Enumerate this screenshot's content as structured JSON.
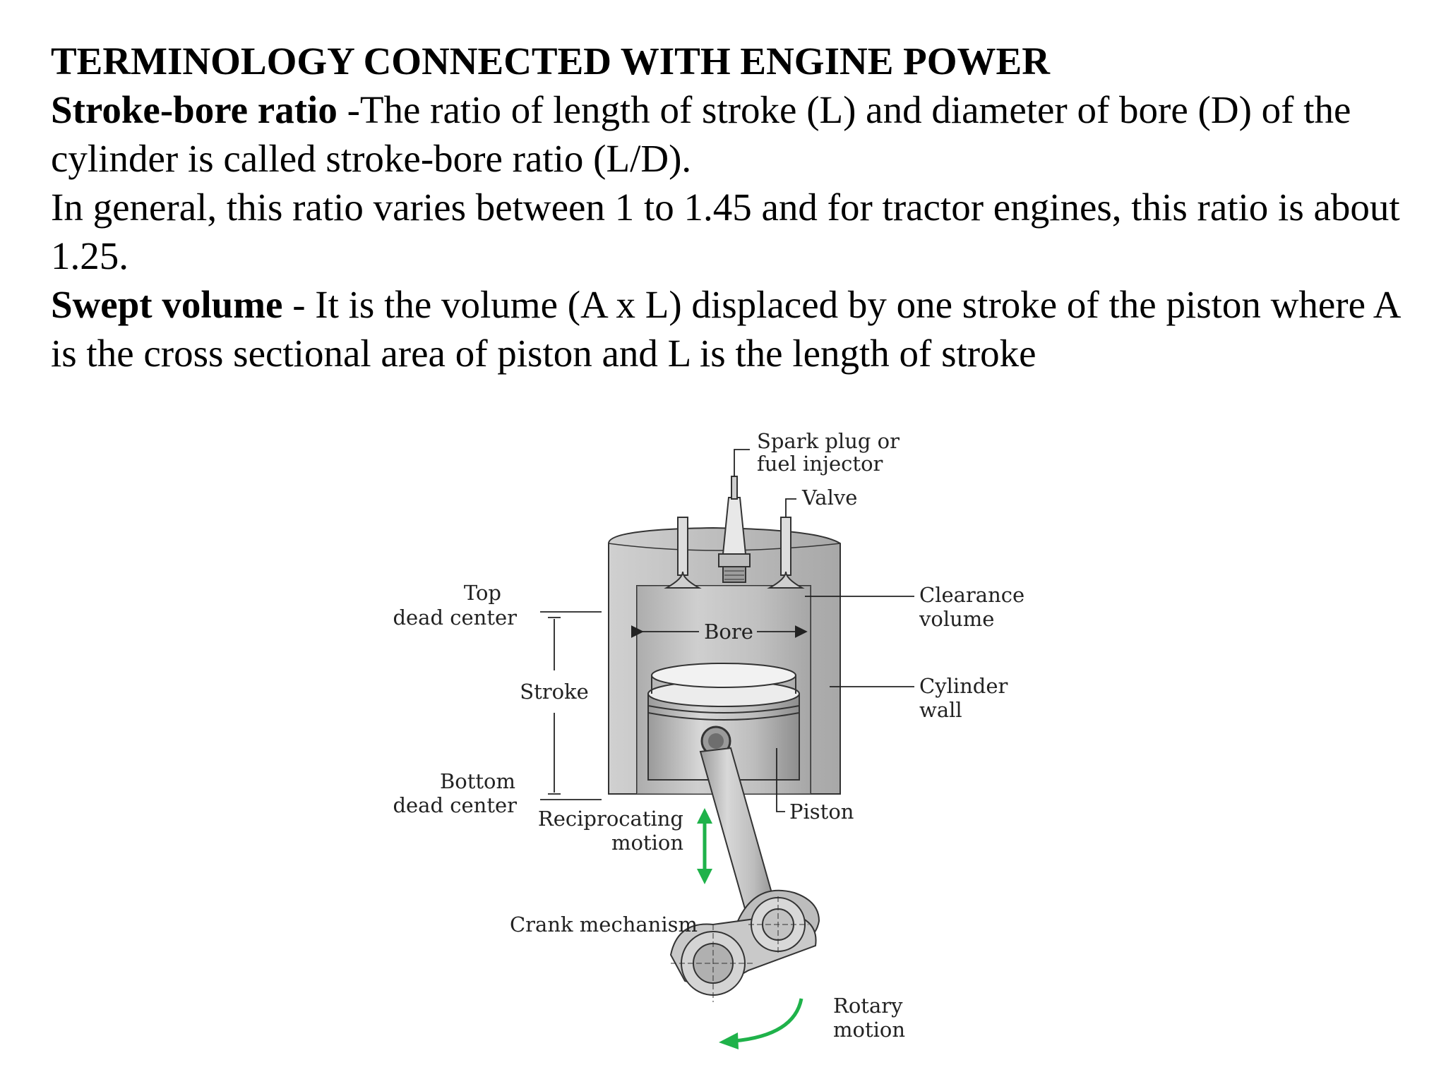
{
  "title": "TERMINOLOGY CONNECTED WITH ENGINE POWER",
  "stroke_bore": {
    "term": "Stroke-bore ratio",
    "definition": " -The ratio of length of stroke (L) and diameter of bore (D) of the cylinder is called stroke-bore ratio (L/D).",
    "general": "In general, this ratio varies between 1 to 1.45 and for tractor engines, this ratio is about 1.25."
  },
  "swept_volume": {
    "term": "Swept volume",
    "definition": " - It is the volume (A x L) displaced by one stroke of the piston where A is the cross sectional area of piston and L is the length of stroke"
  },
  "diagram": {
    "spark_plug_line1": "Spark plug or",
    "spark_plug_line2": "fuel injector",
    "valve": "Valve",
    "tdc_line1": "Top",
    "tdc_line2": "dead center",
    "clearance_line1": "Clearance",
    "clearance_line2": "volume",
    "bore": "Bore",
    "cylinder_line1": "Cylinder",
    "cylinder_line2": "wall",
    "stroke": "Stroke",
    "bdc_line1": "Bottom",
    "bdc_line2": "dead center",
    "reciprocating_line1": "Reciprocating",
    "reciprocating_line2": "motion",
    "piston": "Piston",
    "crank": "Crank mechanism",
    "rotary_line1": "Rotary",
    "rotary_line2": "motion"
  },
  "colors": {
    "arrow": "#1fb24a",
    "metal": "#b9b9b9",
    "metal_light": "#dcdcdc",
    "metal_dark": "#8a8a8a"
  }
}
